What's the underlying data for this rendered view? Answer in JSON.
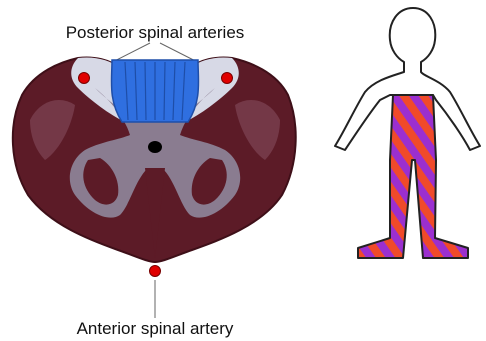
{
  "labels": {
    "posterior": "Posterior spinal arteries",
    "anterior": "Anterior spinal artery"
  },
  "colors": {
    "white_matter": "#5c1b27",
    "white_matter_dark": "#3e0f18",
    "gray_matter": "#8a7c90",
    "dorsal_column": "#2f6fe0",
    "artery": "#e00000",
    "stripe_red": "#f04a2a",
    "stripe_purple": "#9b2fcf",
    "outline": "#222222"
  },
  "icons": {
    "spinal_cord": "spinal-cord-cross-section",
    "body": "human-body-outline"
  }
}
